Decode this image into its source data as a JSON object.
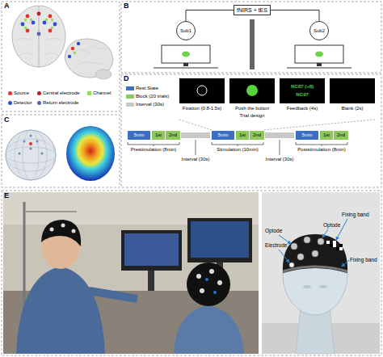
{
  "diagram": {
    "nodes": [
      {
        "text": [
          "fNIRS + tES"
        ]
      },
      {
        "text": [
          "Sub1"
        ]
      },
      {
        "text": [
          "Sub2"
        ]
      },
      {
        "text": [
          "5min"
        ]
      },
      {
        "text": [
          "1st"
        ]
      },
      {
        "text": [
          "2nd"
        ]
      },
      {
        "text": [
          "5min"
        ]
      },
      {
        "text": [
          "1st"
        ]
      },
      {
        "text": [
          "2nd"
        ]
      },
      {
        "text": [
          "5min"
        ]
      },
      {
        "text": [
          "1st"
        ]
      },
      {
        "text": [
          "2nd"
        ]
      }
    ],
    "edges": [
      {
        "from": 0,
        "to": 1,
        "arrow": "none"
      },
      {
        "from": 0,
        "to": 2,
        "arrow": "none"
      }
    ],
    "labels": [
      "A",
      "B",
      "C",
      "D",
      "E",
      "Fixation (0.8-1.5s)",
      "Push the button",
      "NG87 (+8)",
      "NG97",
      "Feedback (4s)",
      "Blank (2s)",
      "Trial design",
      "Prestimulation (8min)",
      "Interval (30s)",
      "Stimulation (10min)",
      "Interval (30s)",
      "Poststimulation (8min)",
      "Fixing band",
      "Optode",
      "Electrode",
      "Optode",
      "Fixing band"
    ],
    "legend": [
      {
        "text": "Source",
        "color": "#e8312f"
      },
      {
        "text": "Central electrode",
        "color": "#b5202a"
      },
      {
        "text": "Channel",
        "color": "#8ee05a"
      },
      {
        "text": "Detector",
        "color": "#2b4fd6"
      },
      {
        "text": "Return electrode",
        "color": "#5a62b8"
      },
      {
        "text": "Rest State",
        "color": "#3a6fc4"
      },
      {
        "text": "Block (20 trials)",
        "color": "#8cc85a"
      },
      {
        "text": "Interval (30s)",
        "color": "#c8c8c8"
      }
    ]
  }
}
